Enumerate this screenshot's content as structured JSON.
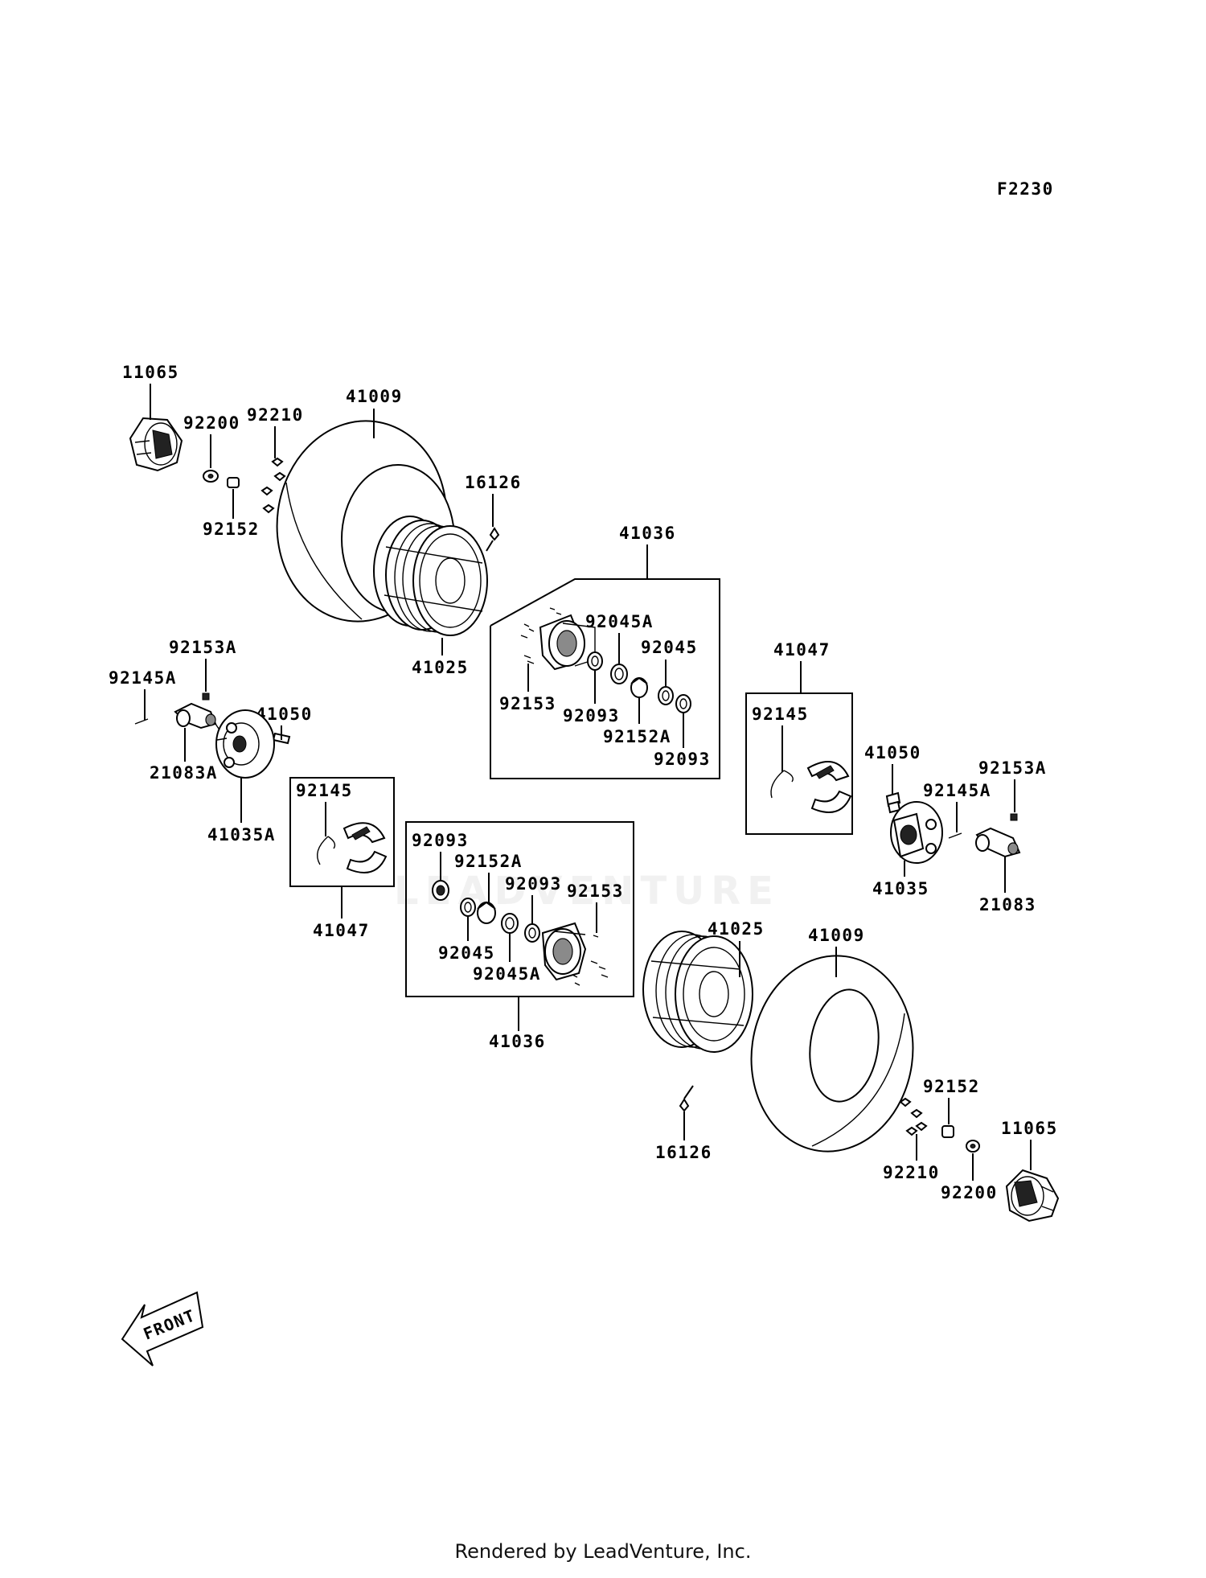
{
  "diagram_code": "F2230",
  "watermark": "LEADVENTURE",
  "front_badge": "FRONT",
  "footer": "Rendered by LeadVenture, Inc.",
  "labels": {
    "l11065_a": "11065",
    "l41009_a": "41009",
    "l92200_a": "92200",
    "l92210_a": "92210",
    "l92152_a": "92152",
    "l16126_a": "16126",
    "l41036_a": "41036",
    "l41025_a": "41025",
    "l92045A_a": "92045A",
    "l92045_a": "92045",
    "l92153_a": "92153",
    "l92093_a": "92093",
    "l92152A_a": "92152A",
    "l92093_b": "92093",
    "l41047_a": "41047",
    "l92145_a": "92145",
    "l92153A_a": "92153A",
    "l92145A_a": "92145A",
    "l41050_a": "41050",
    "l21083A_a": "21083A",
    "l41035A_a": "41035A",
    "l92145_b": "92145",
    "l41047_b": "41047",
    "l92093_c": "92093",
    "l92152A_b": "92152A",
    "l92093_d": "92093",
    "l92153_b": "92153",
    "l92045_b": "92045",
    "l92045A_b": "92045A",
    "l41036_b": "41036",
    "l41050_b": "41050",
    "l92145A_b": "92145A",
    "l92153A_b": "92153A",
    "l41035_a": "41035",
    "l21083_a": "21083",
    "l41025_b": "41025",
    "l41009_b": "41009",
    "l92152_b": "92152",
    "l16126_b": "16126",
    "l92210_b": "92210",
    "l11065_b": "11065",
    "l92200_b": "92200"
  }
}
